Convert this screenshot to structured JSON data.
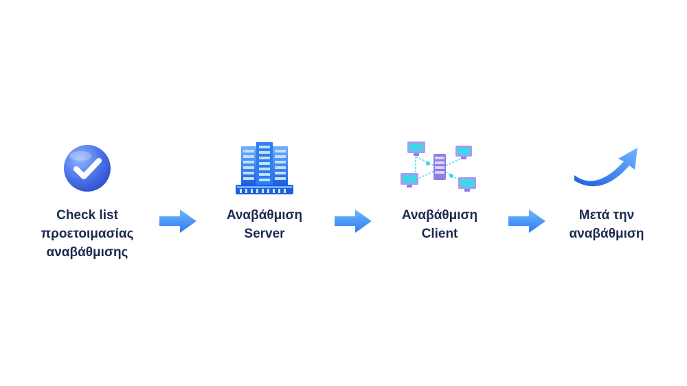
{
  "steps": [
    {
      "icon": "checkmark-badge-icon",
      "lines": [
        "Check list",
        "προετοιμασίας",
        "αναβάθμισης"
      ]
    },
    {
      "icon": "server-building-icon",
      "lines": [
        "Αναβάθμιση",
        "Server"
      ]
    },
    {
      "icon": "network-clients-icon",
      "lines": [
        "Αναβάθμιση",
        "Client"
      ]
    },
    {
      "icon": "upward-trend-arrow-icon",
      "lines": [
        "Μετά την",
        "αναβάθμιση"
      ]
    }
  ],
  "connector_icon": "right-arrow-icon",
  "colors": {
    "text": "#1b2a4f",
    "accent_blue": "#2f7df0",
    "accent_light": "#69b3ff",
    "purple": "#a79bf2",
    "cyan": "#3fd6e6"
  }
}
